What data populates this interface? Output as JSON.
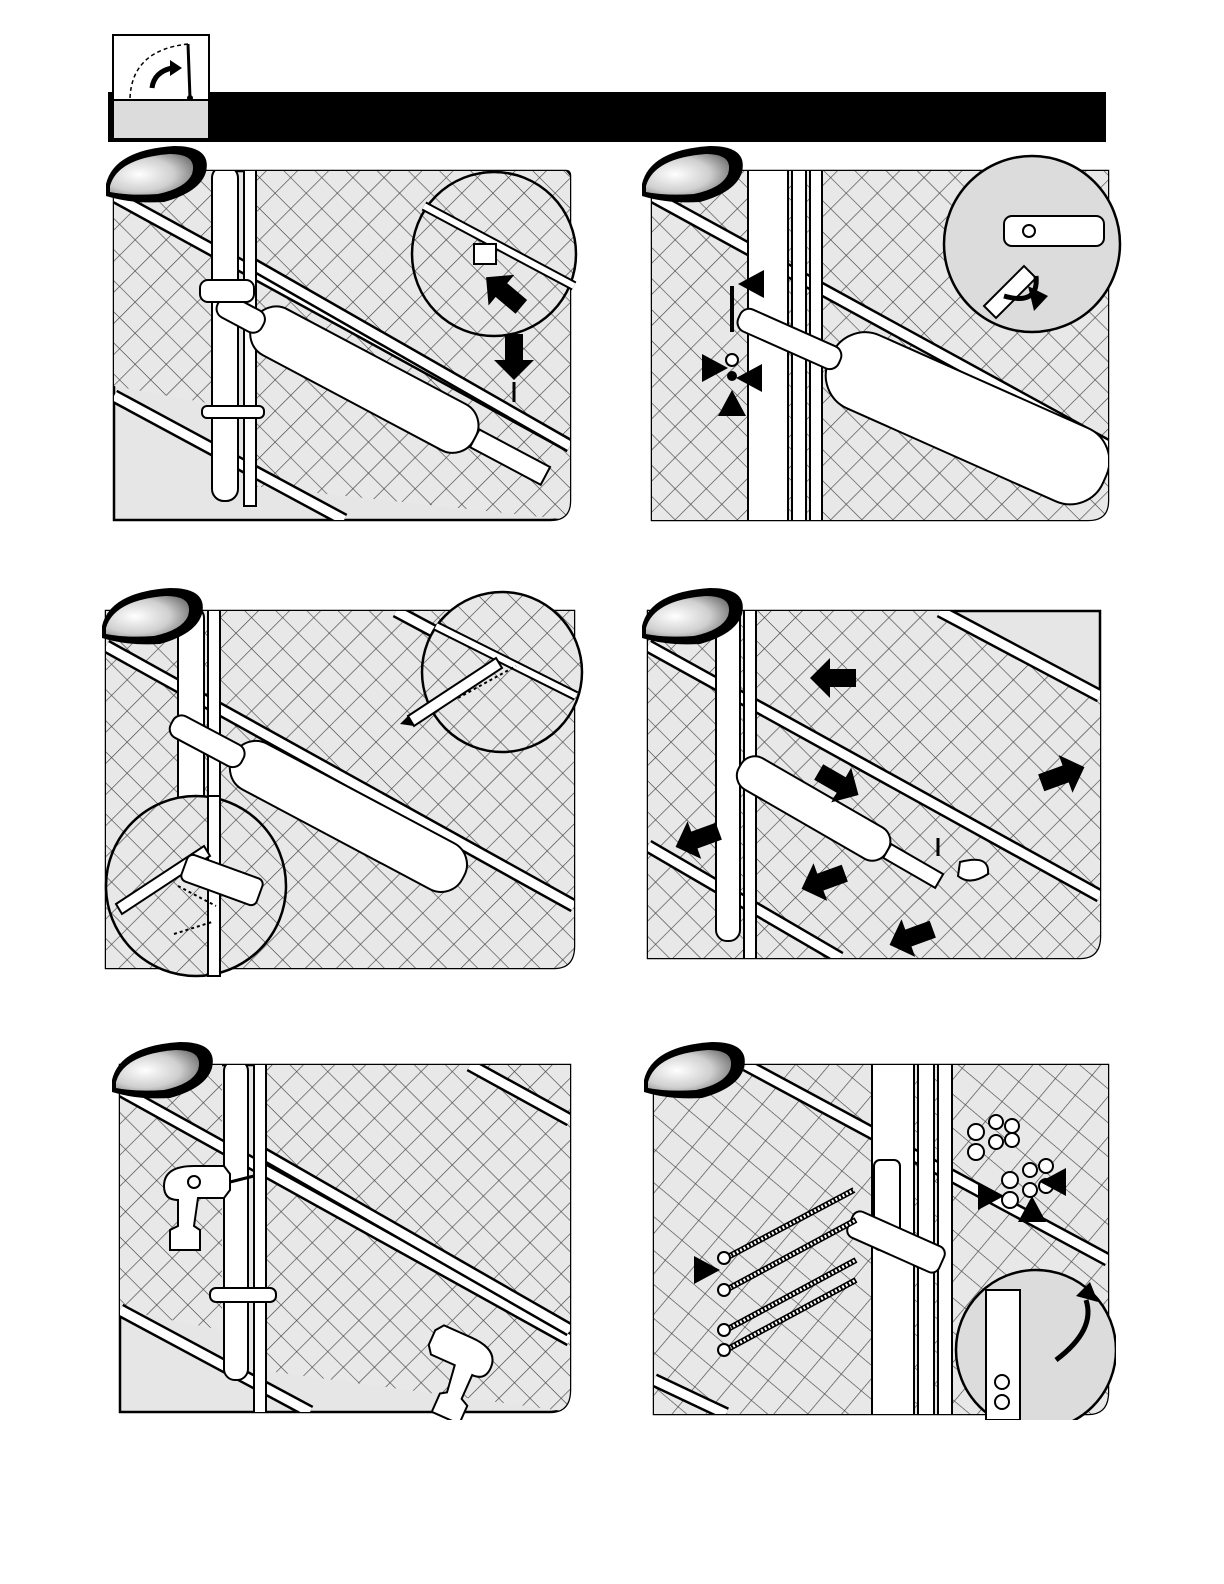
{
  "document": {
    "type": "installation-instructions",
    "header_icon": "gate-opening-icon",
    "steps": [
      {
        "id": 1,
        "scene": "remove-pin-from-opener",
        "icons": [
          "arrow-icon",
          "magnifier-inset"
        ]
      },
      {
        "id": 2,
        "scene": "remove-bolt-and-washers",
        "icons": [
          "arrow-icon",
          "wrench-icon",
          "magnifier-inset"
        ]
      },
      {
        "id": 3,
        "scene": "mark-holes-with-marker",
        "icons": [
          "marker-icon",
          "magnifier-inset"
        ]
      },
      {
        "id": 4,
        "scene": "remove-opener-from-gate",
        "icons": [
          "arrow-icon"
        ]
      },
      {
        "id": 5,
        "scene": "drill-holes",
        "icons": [
          "drill-icon"
        ]
      },
      {
        "id": 6,
        "scene": "attach-bracket-with-bolts",
        "icons": [
          "arrow-icon",
          "bolt-icon",
          "magnifier-inset"
        ]
      }
    ]
  },
  "colors": {
    "ink": "#000000",
    "panel_fill": "#e6e6e6",
    "mesh": "#555555",
    "paper": "#ffffff"
  }
}
